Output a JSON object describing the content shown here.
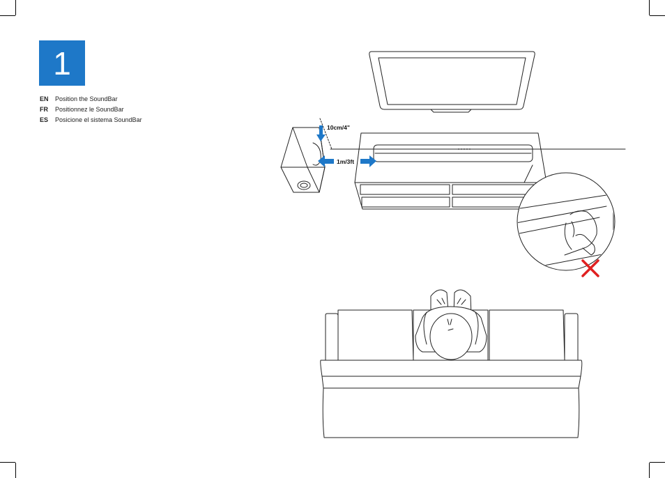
{
  "step": {
    "number": "1",
    "color": "#1e78c8"
  },
  "instructions": [
    {
      "lang": "EN",
      "text": "Position the SoundBar"
    },
    {
      "lang": "FR",
      "text": "Positionnez le SoundBar"
    },
    {
      "lang": "ES",
      "text": "Posicione el sistema SoundBar"
    }
  ],
  "illustration": {
    "wall_clearance_label": "10cm/4\"",
    "distance_label": "1m/3ft",
    "arrow_color": "#1e78c8",
    "not_allowed_color": "#e02020"
  }
}
